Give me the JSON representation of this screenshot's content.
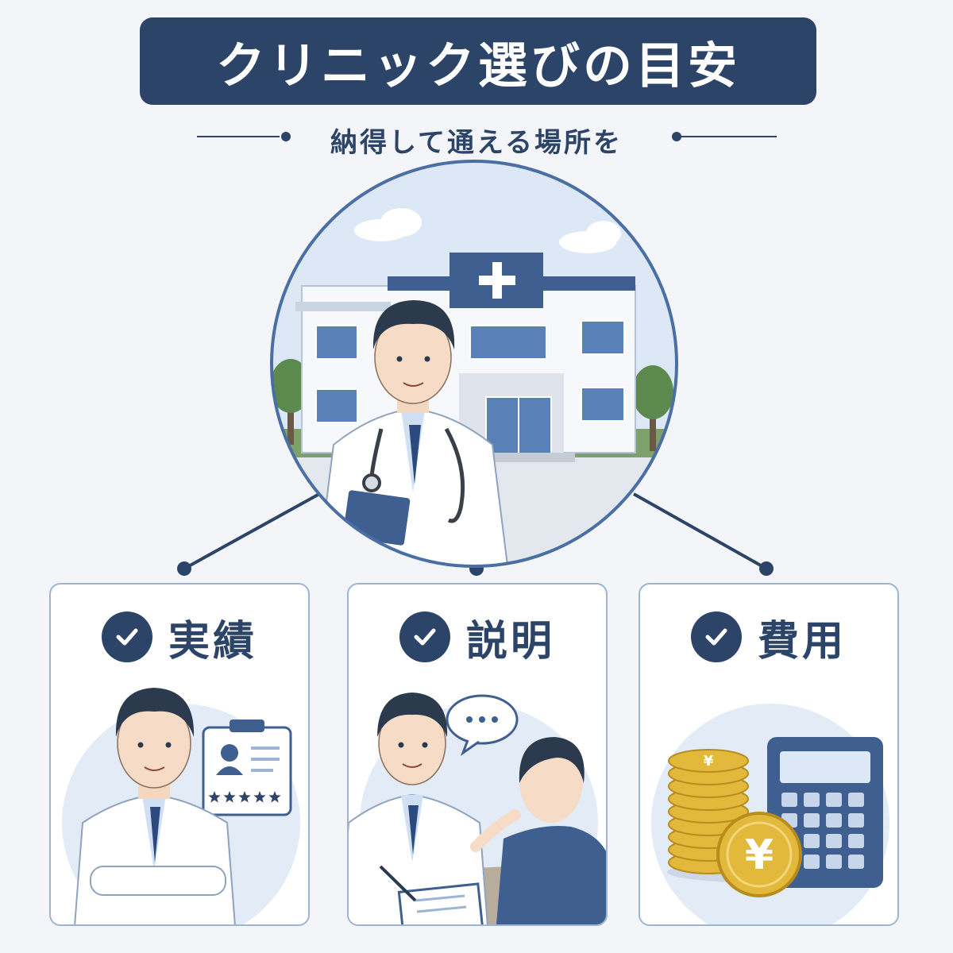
{
  "header": {
    "title": "クリニック選びの目安",
    "subtitle": "納得して通える場所を"
  },
  "colors": {
    "navy": "#2c4468",
    "accent_blue": "#4a6fa5",
    "card_border": "#9db4d6",
    "background": "#f3f5f8",
    "coin_gold": "#e3b93b"
  },
  "criteria": [
    {
      "label": "実績",
      "icon": "check-icon",
      "illustration": "doctor-with-rated-profile"
    },
    {
      "label": "説明",
      "icon": "check-icon",
      "illustration": "doctor-explaining-to-patient"
    },
    {
      "label": "費用",
      "icon": "check-icon",
      "illustration": "coins-and-calculator"
    }
  ],
  "hero": {
    "illustration": "doctor-in-front-of-clinic-building"
  },
  "rating": {
    "stars": 5,
    "max": 5
  },
  "coin_symbol": "¥"
}
